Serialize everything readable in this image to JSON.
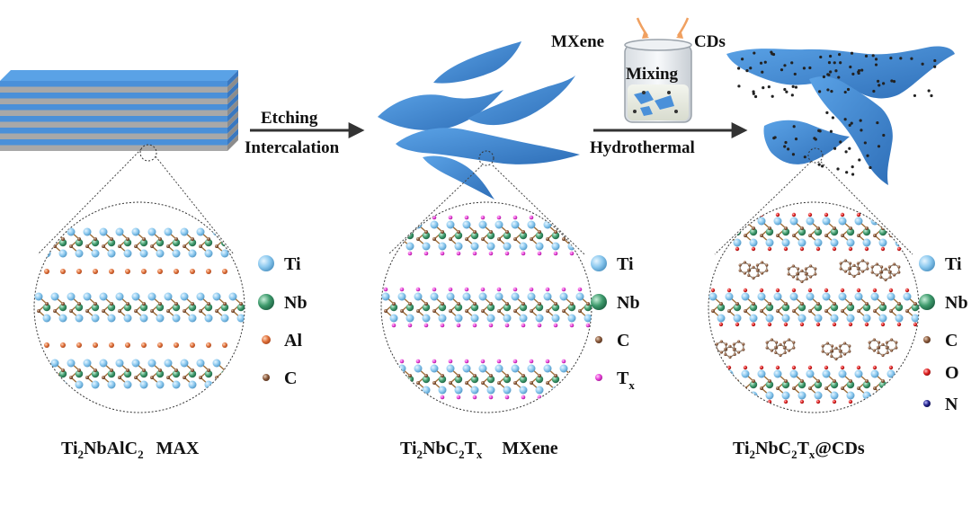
{
  "panels": {
    "max": {
      "caption": {
        "a": "Ti",
        "a_sub": "2",
        "b": "NbAlC",
        "b_sub": "2",
        "c": "MAX"
      },
      "legend": [
        {
          "symbol": "Ti",
          "color": "#8cc9ef"
        },
        {
          "symbol": "Nb",
          "color": "#3f9b6d"
        },
        {
          "symbol": "Al",
          "color": "#e0703a"
        },
        {
          "symbol": "C",
          "color": "#8b5a3c"
        }
      ]
    },
    "mxene": {
      "caption": {
        "a": "Ti",
        "a_sub": "2",
        "b": "NbC",
        "b_sub": "2",
        "c": "T",
        "c_sub": "x",
        "d": "MXene"
      },
      "legend": [
        {
          "symbol": "Ti",
          "color": "#8cc9ef"
        },
        {
          "symbol": "Nb",
          "color": "#3f9b6d"
        },
        {
          "symbol": "C",
          "color": "#8b5a3c"
        },
        {
          "symbol": "T",
          "symbol_sub": "x",
          "color": "#e840d8"
        }
      ]
    },
    "composite": {
      "caption": {
        "a": "Ti",
        "a_sub": "2",
        "b": "NbC",
        "b_sub": "2",
        "c": "T",
        "c_sub": "x",
        "d": "@CDs"
      },
      "legend": [
        {
          "symbol": "Ti",
          "color": "#8cc9ef"
        },
        {
          "symbol": "Nb",
          "color": "#3f9b6d"
        },
        {
          "symbol": "C",
          "color": "#8b5a3c"
        },
        {
          "symbol": "O",
          "color": "#e02020"
        },
        {
          "symbol": "N",
          "color": "#24248c"
        }
      ]
    }
  },
  "arrows": {
    "step1": {
      "top": "Etching",
      "bottom": "Intercalation"
    },
    "step2": {
      "bottom": "Hydrothermal"
    }
  },
  "beaker": {
    "left_input": "MXene",
    "right_input": "CDs",
    "label": "Mixing"
  },
  "colors": {
    "sheet": "#4a90d9",
    "sheet_dark": "#3a78c0",
    "gray_layer": "#a8a8a8",
    "arrow": "#333333",
    "input_arrow": "#f0a060"
  }
}
